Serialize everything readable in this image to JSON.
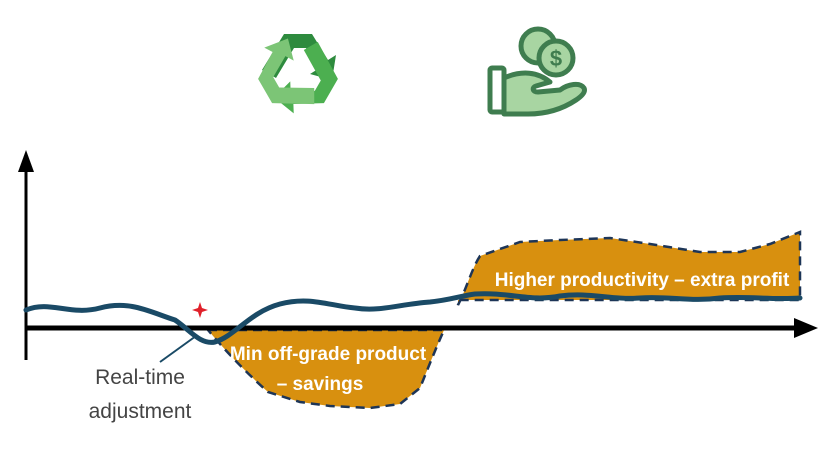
{
  "icons": {
    "recycle": {
      "name": "recycle-icon",
      "colors": [
        "#2e8b3e",
        "#4caf50",
        "#7cc576"
      ]
    },
    "money_hand": {
      "name": "money-hand-icon",
      "colors": [
        "#3f7d4f",
        "#a8d5a2"
      ]
    }
  },
  "colors": {
    "fill": "#d8900f",
    "dashed_outline": "#1d3557",
    "signal_line": "#1a4a66",
    "axis": "#000000",
    "spark": "#e0202a",
    "label_white": "#ffffff",
    "label_dark": "#444444"
  },
  "labels": {
    "upper_area": "Higher productivity – extra profit",
    "lower_area_line1": "Min off-grade product",
    "lower_area_line2": "– savings",
    "adjustment_line1": "Real-time",
    "adjustment_line2": "adjustment"
  }
}
